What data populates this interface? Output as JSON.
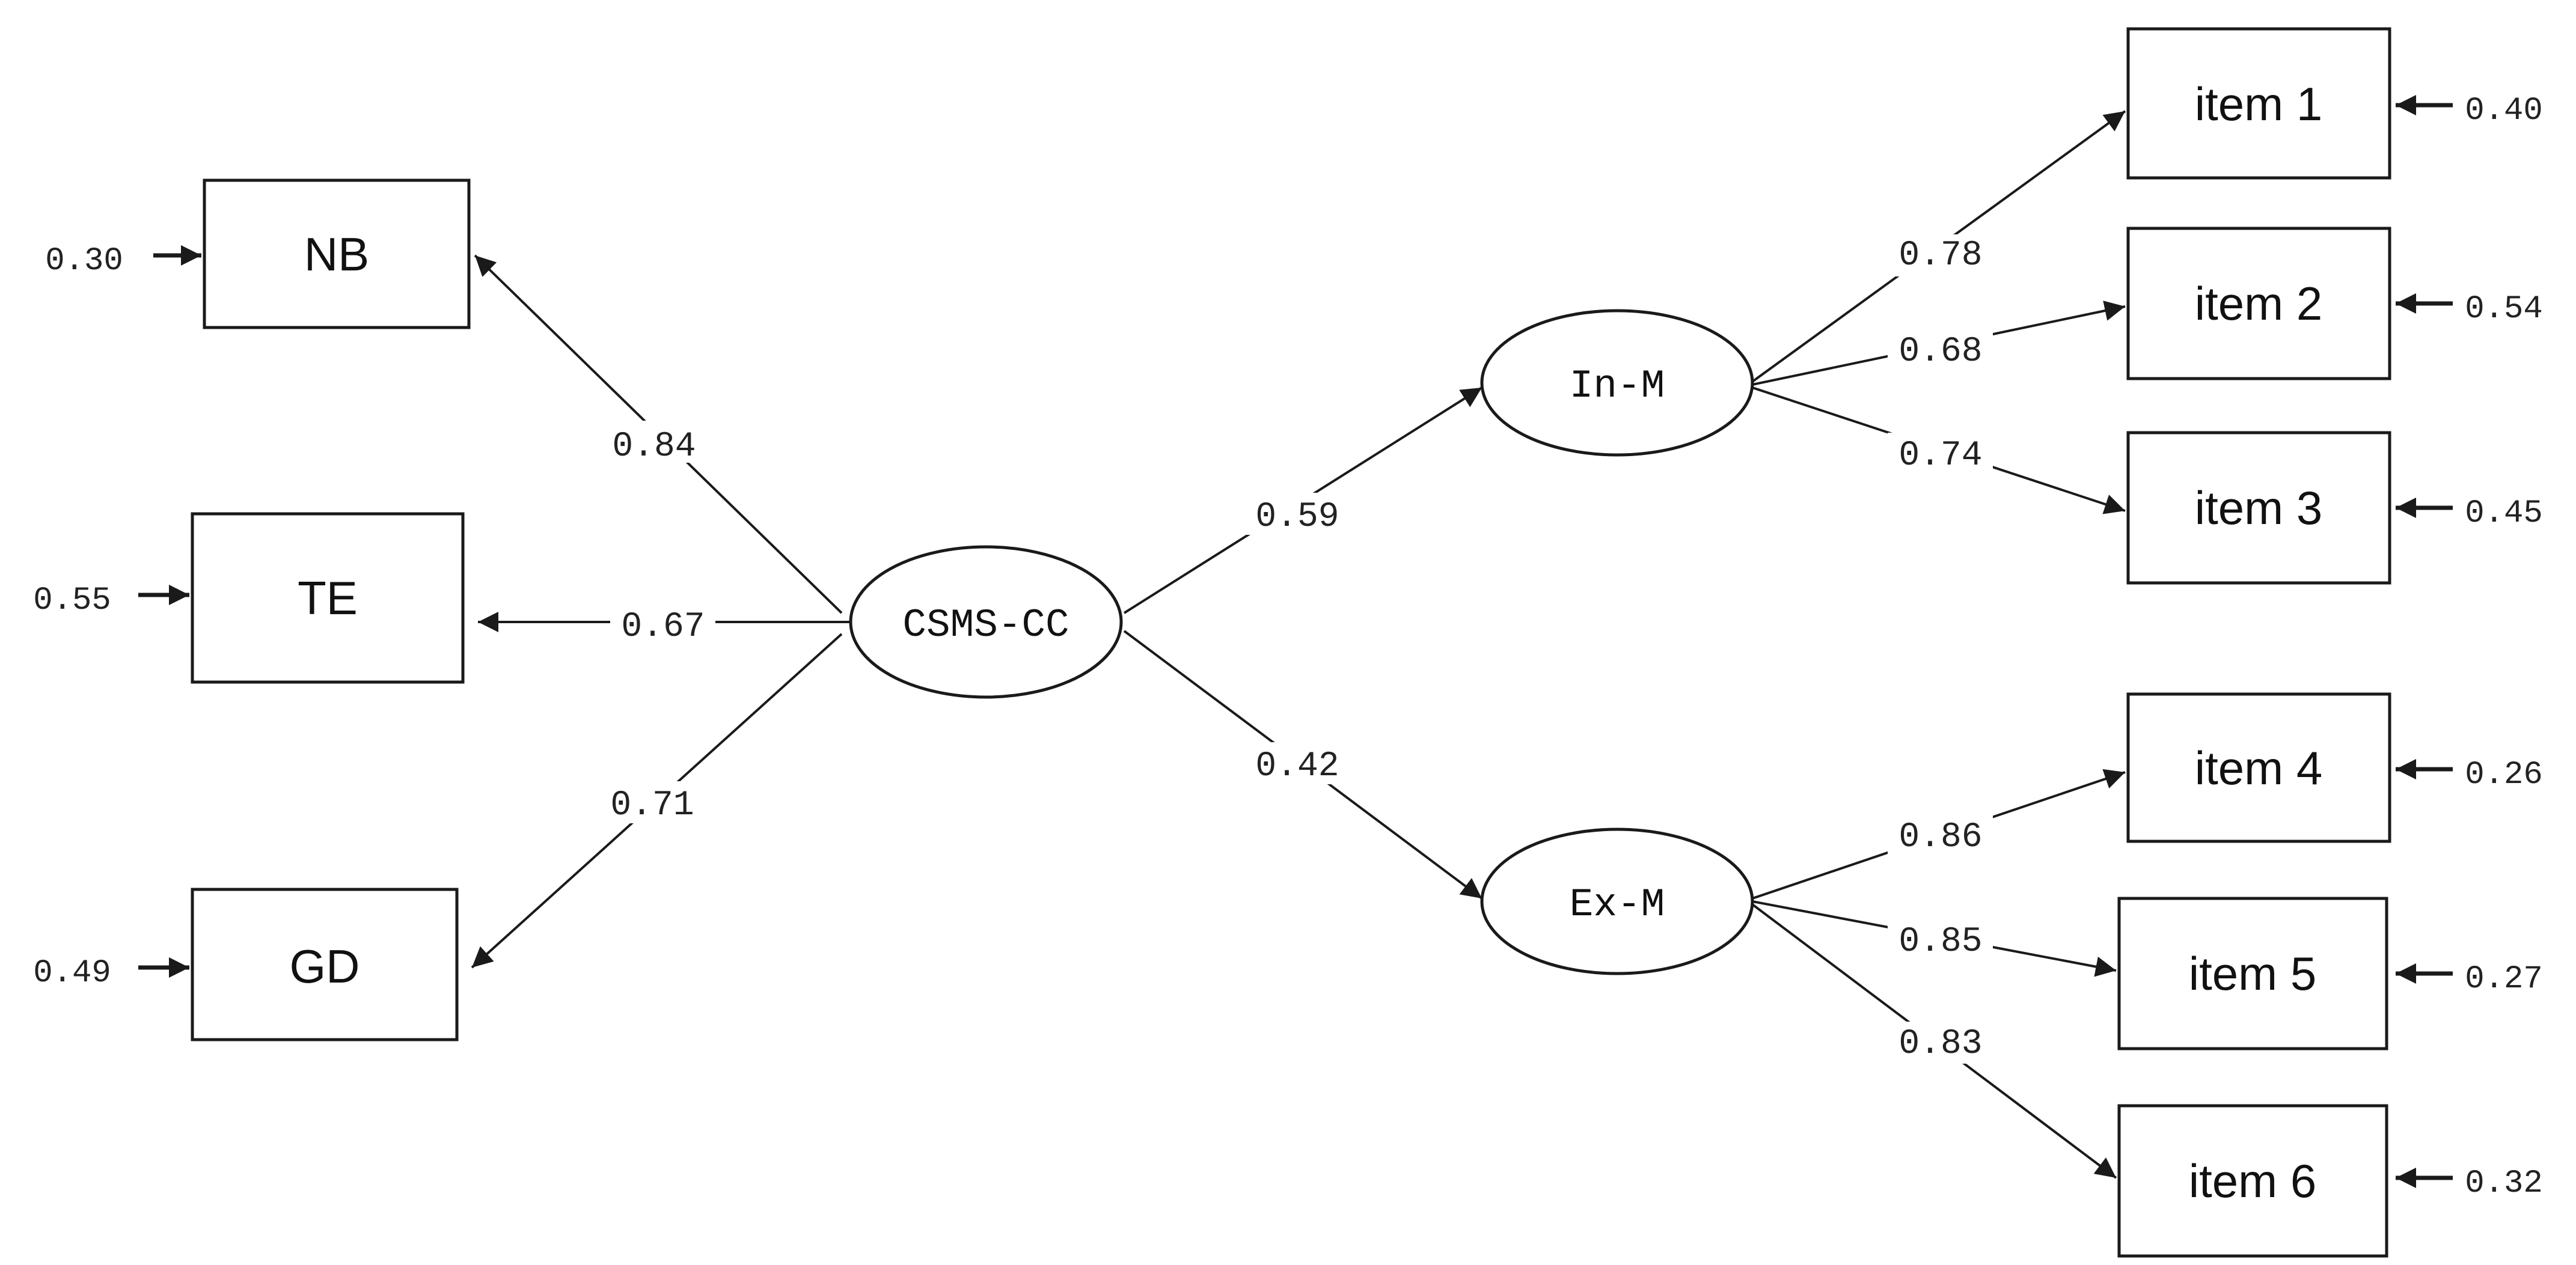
{
  "latents": {
    "csms": "CSMS-CC",
    "inm": "In-M",
    "exm": "Ex-M"
  },
  "observed": {
    "nb": "NB",
    "te": "TE",
    "gd": "GD",
    "item1": "item 1",
    "item2": "item 2",
    "item3": "item 3",
    "item4": "item 4",
    "item5": "item 5",
    "item6": "item 6"
  },
  "loadings": {
    "csms_nb": "0.84",
    "csms_te": "0.67",
    "csms_gd": "0.71",
    "csms_inm": "0.59",
    "csms_exm": "0.42",
    "inm_item1": "0.78",
    "inm_item2": "0.68",
    "inm_item3": "0.74",
    "exm_item4": "0.86",
    "exm_item5": "0.85",
    "exm_item6": "0.83"
  },
  "errors": {
    "nb": "0.30",
    "te": "0.55",
    "gd": "0.49",
    "item1": "0.40",
    "item2": "0.54",
    "item3": "0.45",
    "item4": "0.26",
    "item5": "0.27",
    "item6": "0.32"
  },
  "colors": {
    "stroke": "#1a1a1a",
    "text": "#111111",
    "background": "#ffffff"
  }
}
